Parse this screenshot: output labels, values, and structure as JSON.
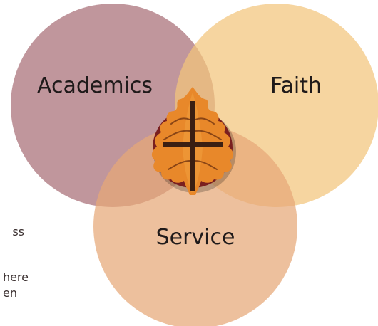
{
  "diagram": {
    "circles": [
      {
        "key": "academics",
        "label": "Academics",
        "color": "#a76e76"
      },
      {
        "key": "faith",
        "label": "Faith",
        "color": "#f2c57c"
      },
      {
        "key": "service",
        "label": "Service",
        "color": "#e6a777"
      }
    ],
    "emblem": {
      "icon": "oak-leaf-cross-emblem",
      "ring_color": "#7a1f1f",
      "leaf_color": "#e8882a",
      "cross_color": "#3b1f12"
    }
  },
  "partial_text": {
    "line1": "ss",
    "line2": "here",
    "line3": "en"
  }
}
